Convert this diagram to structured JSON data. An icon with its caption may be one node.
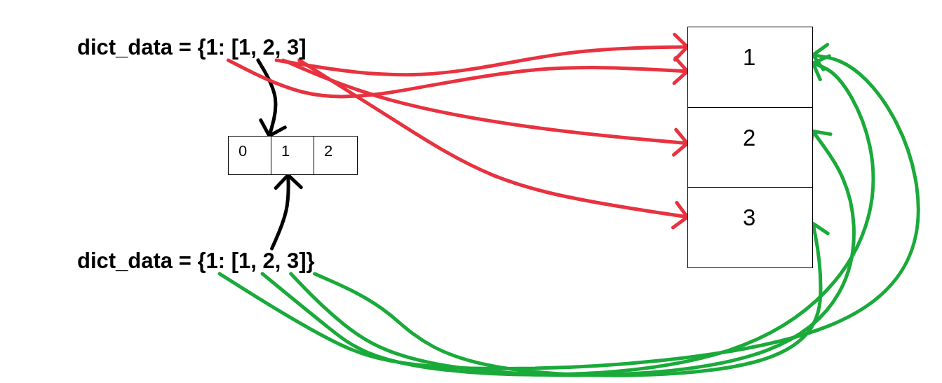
{
  "diagram": {
    "nodes": [
      {
        "text": [
          "dict_data = {1: [1, 2, 3]"
        ]
      },
      {
        "text": [
          "0"
        ]
      },
      {
        "text": [
          "1"
        ]
      },
      {
        "text": [
          "2"
        ]
      },
      {
        "text": [
          "dict_data = {1: [1, 2, 3]}"
        ]
      },
      {
        "text": [
          "1"
        ]
      },
      {
        "text": [
          "2"
        ]
      },
      {
        "text": [
          "3"
        ]
      }
    ],
    "edges": [
      {
        "from": 0,
        "to": 1,
        "arrow": "to",
        "color": "#000000"
      },
      {
        "from": 4,
        "to": 2,
        "arrow": "to",
        "color": "#000000"
      },
      {
        "from": 0,
        "to": 5,
        "arrow": "to",
        "color": "#e8323f"
      },
      {
        "from": 0,
        "to": 5,
        "arrow": "to",
        "color": "#e8323f"
      },
      {
        "from": 0,
        "to": 6,
        "arrow": "to",
        "color": "#e8323f"
      },
      {
        "from": 0,
        "to": 7,
        "arrow": "to",
        "color": "#e8323f"
      },
      {
        "from": 4,
        "to": 5,
        "arrow": "to",
        "color": "#1aaa3a"
      },
      {
        "from": 4,
        "to": 5,
        "arrow": "to",
        "color": "#1aaa3a"
      },
      {
        "from": 4,
        "to": 6,
        "arrow": "to",
        "color": "#1aaa3a"
      },
      {
        "from": 4,
        "to": 7,
        "arrow": "to",
        "color": "#1aaa3a"
      }
    ]
  }
}
